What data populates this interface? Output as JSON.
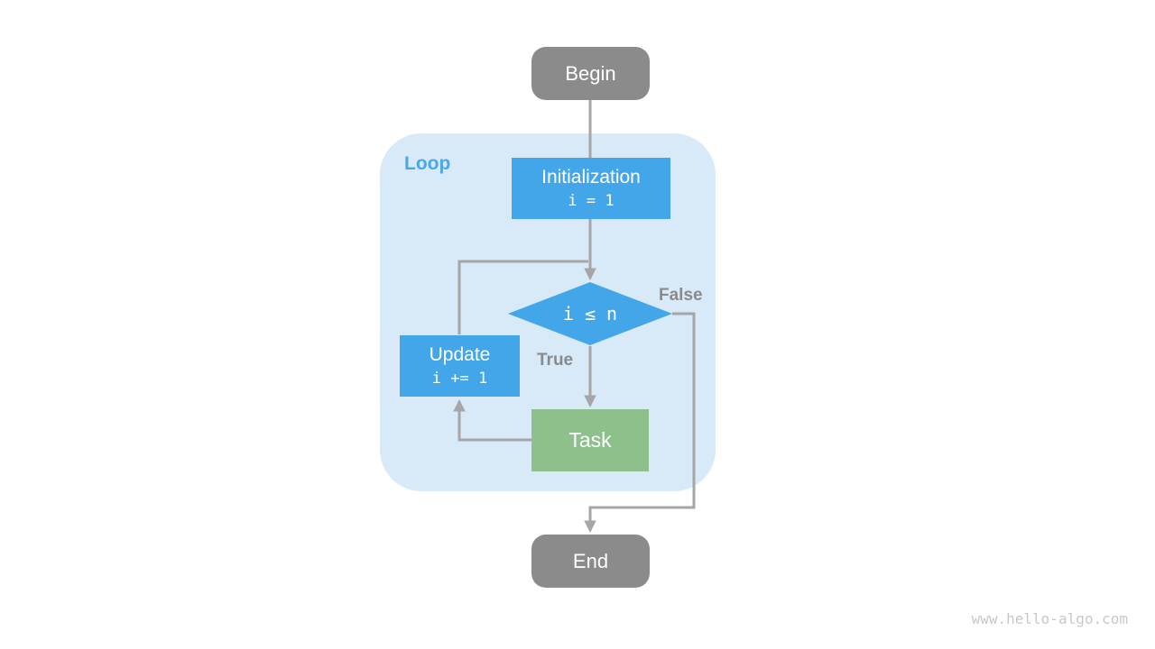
{
  "diagram": {
    "container": {
      "label": "Loop"
    },
    "nodes": {
      "begin": {
        "label": "Begin"
      },
      "init": {
        "title": "Initialization",
        "code": "i = 1"
      },
      "condition": {
        "code": "i ≤ n"
      },
      "update": {
        "title": "Update",
        "code": "i += 1"
      },
      "task": {
        "label": "Task"
      },
      "end": {
        "label": "End"
      }
    },
    "edges": {
      "true_label": "True",
      "false_label": "False"
    }
  },
  "watermark": "www.hello-algo.com",
  "colors": {
    "node-gray": "#8b8b8b",
    "node-blue": "#43a6e9",
    "node-green": "#8dc08b",
    "container-bg": "#d8eaf8",
    "loop-label": "#4aa7e9",
    "edge-label": "#8a8a8a",
    "arrow": "#a6a6a6",
    "watermark": "#c8c8c8",
    "text-on-node": "#ffffff"
  }
}
